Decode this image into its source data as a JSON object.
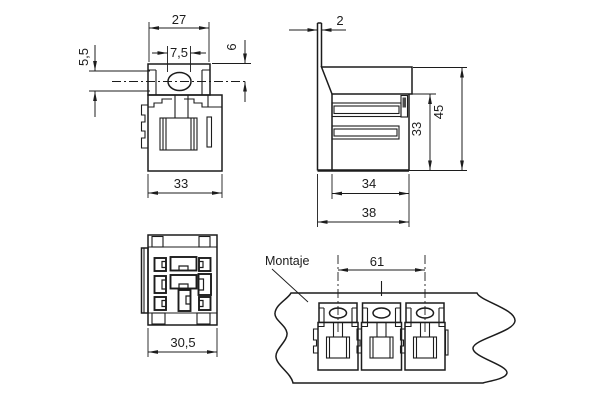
{
  "drawing_labels": {
    "front": {
      "top_width": "27",
      "hole_width": "7,5",
      "hole_offset": "5,5",
      "flange_height": "6",
      "body_width": "33"
    },
    "side": {
      "flange_thickness": "2",
      "total_height": "45",
      "body_height": "33",
      "body_depth": "34",
      "total_depth": "38"
    },
    "bottom": {
      "body_width": "30,5"
    },
    "mounting": {
      "label": "Montaje",
      "pitch": "61"
    }
  },
  "colors": {
    "line": "#1c1c1c",
    "background": "#ffffff",
    "accent_fill": "#4a4a4a"
  }
}
